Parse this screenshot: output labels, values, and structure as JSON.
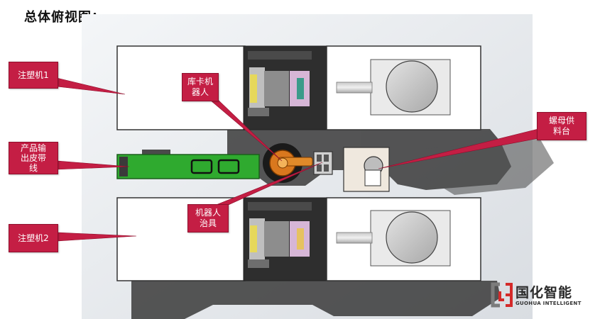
{
  "title": "总体俯视图：",
  "callouts": {
    "machine1": "注塑机1",
    "robot": "库卡机\n器人",
    "conveyor": "产品输\n出皮带\n线",
    "nut_feeder": "螺母供\n料台",
    "fixture": "机器人\n治具",
    "machine2": "注塑机2"
  },
  "logo": {
    "name_cn": "国化智能",
    "name_en": "GUOHUA INTELLIGENT"
  },
  "colors": {
    "callout": "#c41e44",
    "conveyor": "#2faa2f",
    "robot": "#d9781e"
  }
}
